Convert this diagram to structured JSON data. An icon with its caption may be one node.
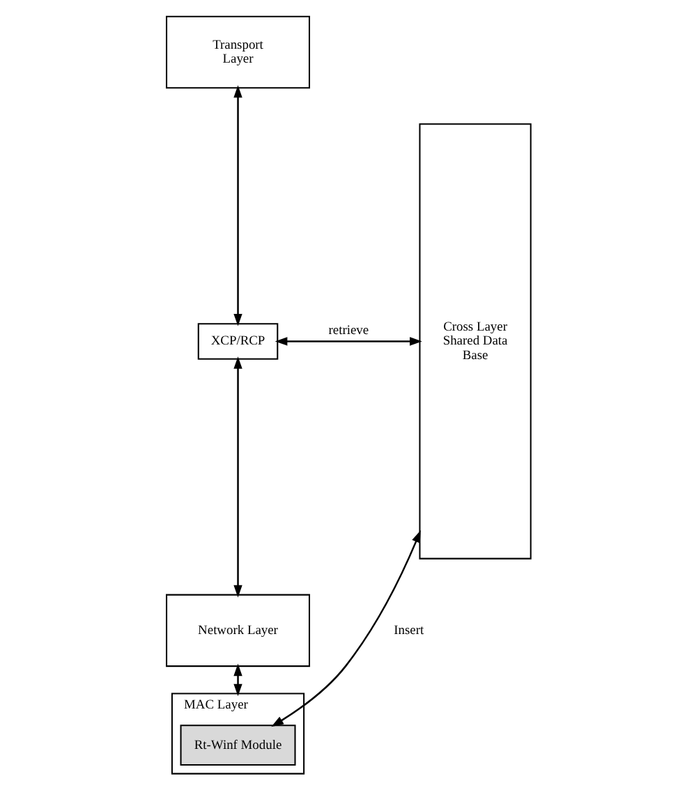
{
  "diagram": {
    "nodes": [
      {
        "text": [
          "Transport Layer"
        ]
      },
      {
        "text": [
          "XCP/RCP"
        ]
      },
      {
        "text": [
          "Network Layer"
        ]
      },
      {
        "text": [
          "MAC Layer"
        ]
      },
      {
        "text": [
          "Rt-Winf Module"
        ],
        "in": 3
      },
      {
        "text": [
          "Cross Layer Shared Data Base"
        ]
      }
    ],
    "edges": [
      {
        "from": 0,
        "to": 1,
        "arrow": "both"
      },
      {
        "from": 1,
        "to": 2,
        "arrow": "both"
      },
      {
        "from": 2,
        "to": 3,
        "arrow": "both"
      },
      {
        "from": 1,
        "to": 5,
        "arrow": "both",
        "label": "retrieve"
      },
      {
        "from": 4,
        "to": 5,
        "arrow": "both",
        "label": "Insert"
      }
    ]
  }
}
